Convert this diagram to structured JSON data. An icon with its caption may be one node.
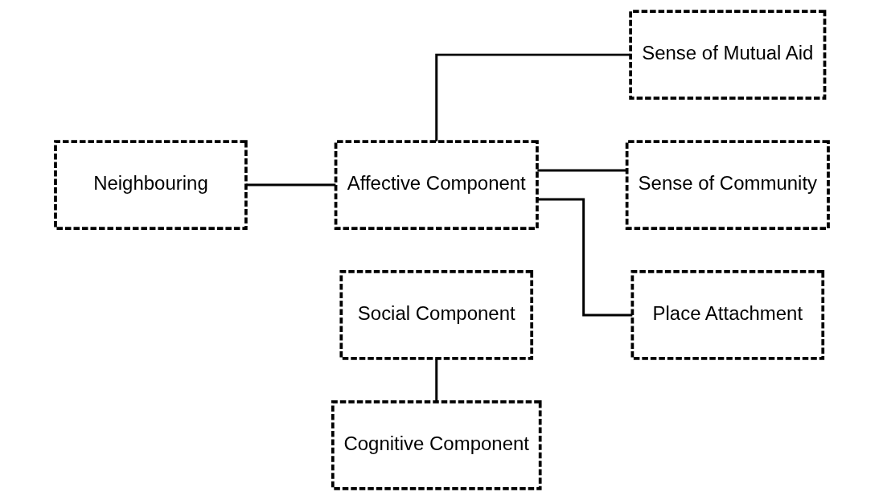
{
  "diagram": {
    "nodes": [
      {
        "text": [
          "Social Component"
        ]
      },
      {
        "text": [
          "Sense of Mutual Aid"
        ]
      },
      {
        "text": [
          "Affective Component"
        ]
      },
      {
        "text": [
          "Sense of Community"
        ]
      },
      {
        "text": [
          "Neighbouring"
        ]
      },
      {
        "text": [
          "Place Attachment"
        ]
      },
      {
        "text": [
          "Cognitive Component"
        ]
      }
    ],
    "edges": [
      {
        "from": 0,
        "to": 6,
        "arrow": "none"
      },
      {
        "from": 4,
        "to": 2,
        "arrow": "none"
      },
      {
        "from": 2,
        "to": 1,
        "arrow": "none"
      },
      {
        "from": 2,
        "to": 3,
        "arrow": "none"
      },
      {
        "from": 2,
        "to": 5,
        "arrow": "none"
      }
    ]
  }
}
